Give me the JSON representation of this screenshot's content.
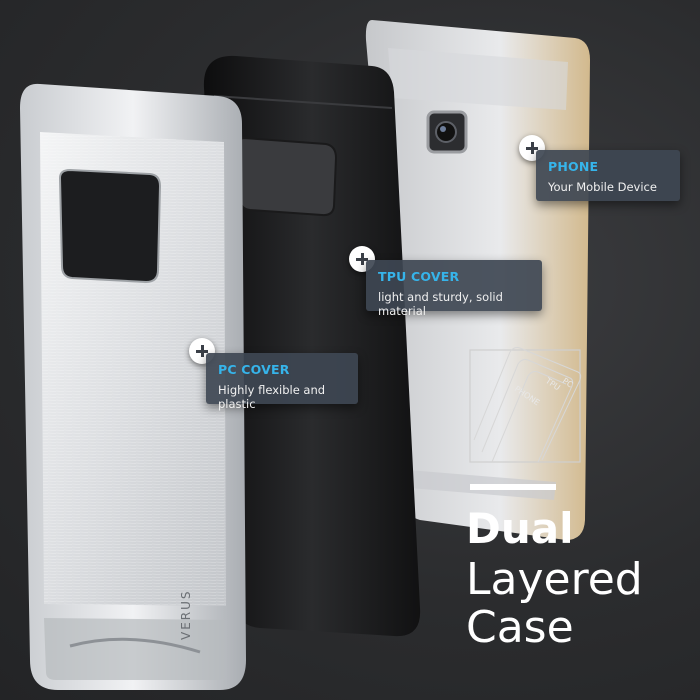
{
  "callouts": {
    "phone": {
      "title": "PHONE",
      "description": "Your Mobile Device"
    },
    "tpu": {
      "title": "TPU COVER",
      "description": "light and sturdy, solid  material"
    },
    "pc": {
      "title": "PC COVER",
      "description": "Highly flexible and plastic"
    }
  },
  "diagram": {
    "labels": [
      "PHONE",
      "TPU",
      "PC"
    ]
  },
  "headline": {
    "line1": "Dual",
    "line2": "Layered",
    "line3": "Case"
  },
  "brand": "VERUS",
  "colors": {
    "accent": "#36b4ea",
    "callout_bg": "#3e4652",
    "text": "#ffffff"
  }
}
